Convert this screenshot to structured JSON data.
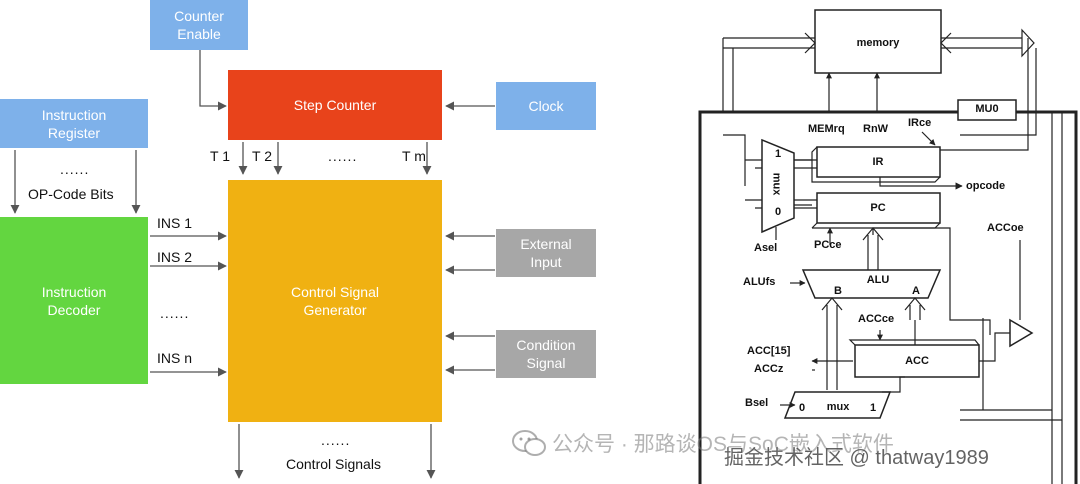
{
  "left": {
    "counter_enable": "Counter\nEnable",
    "step_counter": "Step Counter",
    "clock": "Clock",
    "instruction_register": "Instruction\nRegister",
    "ir_dots": "......",
    "opcode_bits": "OP-Code Bits",
    "instruction_decoder": "Instruction\nDecoder",
    "control_signal_generator": "Control Signal\nGenerator",
    "external_input": "External\nInput",
    "condition_signal": "Condition\nSignal",
    "t1": "T 1",
    "t2": "T 2",
    "t_dots": "......",
    "tm": "T m",
    "ins1": "INS 1",
    "ins2": "INS 2",
    "ins_dots": "......",
    "insn": "INS n",
    "out_dots": "......",
    "control_signals": "Control Signals"
  },
  "right": {
    "memory": "memory",
    "mu0": "MU0",
    "memrq": "MEMrq",
    "rnw": "RnW",
    "irce": "IRce",
    "ir": "IR",
    "opcode": "opcode",
    "pc": "PC",
    "mux": "mux",
    "mux_in1": "1",
    "mux_in0": "0",
    "asel": "Asel",
    "pcce": "PCce",
    "accoe": "ACCoe",
    "alufs": "ALUfs",
    "alu": "ALU",
    "alu_b": "B",
    "alu_a": "A",
    "accce": "ACCce",
    "acc15": "ACC[15]",
    "accz": "ACCz",
    "acc": "ACC",
    "bsel": "Bsel",
    "bmux_0": "0",
    "bmux": "mux",
    "bmux_1": "1"
  },
  "watermark": {
    "wechat": "公众号 · 那路谈OS与SoC嵌入式软件",
    "juejin": "掘金技术社区 @ thatway1989"
  }
}
